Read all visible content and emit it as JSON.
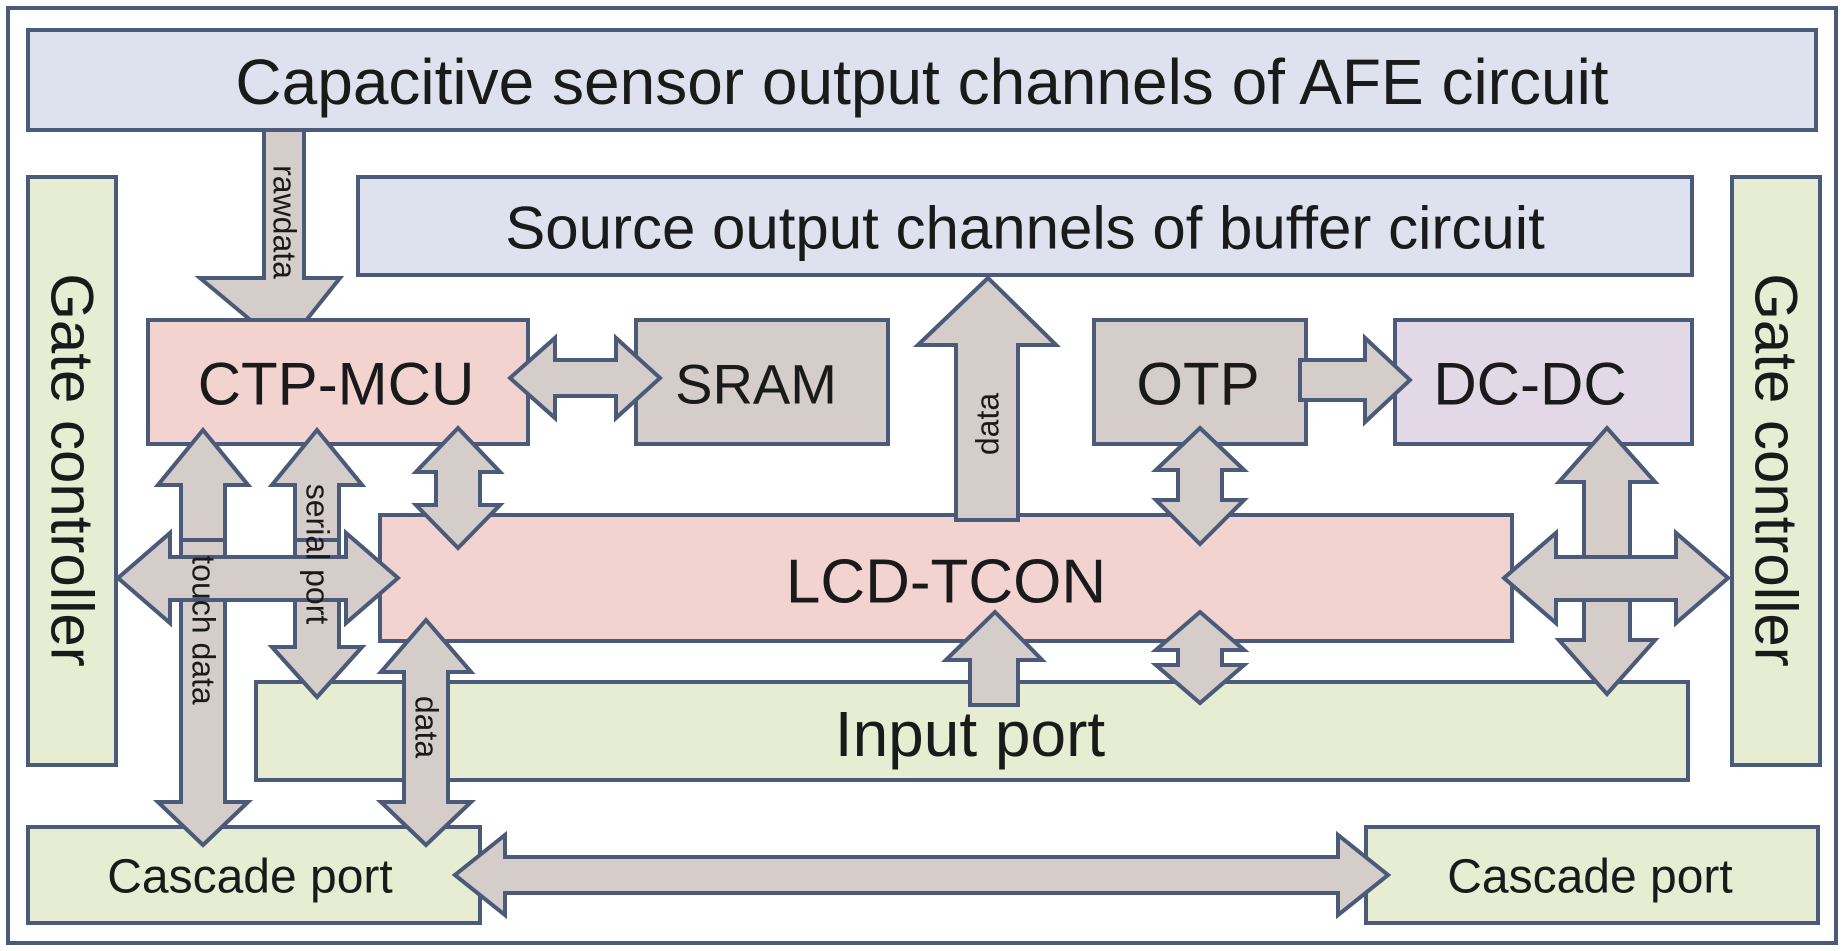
{
  "colors": {
    "border": "#4a5a78",
    "afe_fill": "#dde2ee",
    "source_fill": "#dde2ee",
    "green_fill": "#e7edd3",
    "pink_fill": "#f3d3d0",
    "gray_fill": "#d5cdc9",
    "purple_fill": "#e3d8e6",
    "arrow_fill": "#d5cdc9"
  },
  "blocks": {
    "afe": "Capacitive sensor output channels of AFE circuit",
    "source": "Source output channels of buffer circuit",
    "gate_left": "Gate controller",
    "gate_right": "Gate controller",
    "ctp_mcu": "CTP-MCU",
    "sram": "SRAM",
    "otp": "OTP",
    "dcdc": "DC-DC",
    "lcd_tcon": "LCD-TCON",
    "input_port": "Input port",
    "cascade_left": "Cascade port",
    "cascade_right": "Cascade port"
  },
  "arrow_labels": {
    "rawdata": "rawdata",
    "data_up": "data",
    "touch_data": "touch data",
    "serial_port": "serial port",
    "data_cascade": "data"
  }
}
